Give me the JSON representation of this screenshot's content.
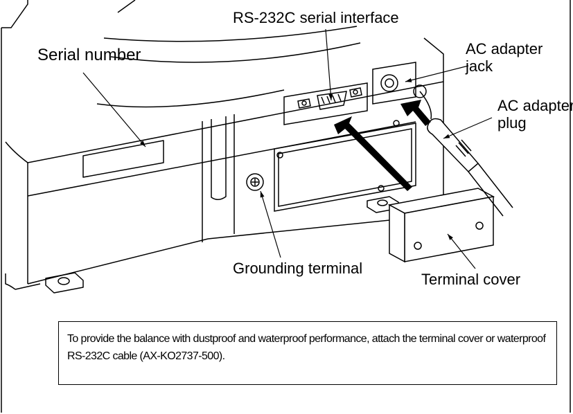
{
  "labels": {
    "rs232c": "RS-232C serial interface",
    "serial_number": "Serial number",
    "ac_adapter_jack": "AC adapter\njack",
    "ac_adapter_plug": "AC adapter\nplug",
    "grounding_terminal": "Grounding terminal",
    "terminal_cover": "Terminal cover"
  },
  "note": {
    "text": "To provide the balance with dustproof and waterproof performance, attach the terminal cover or waterproof RS-232C cable (AX-KO2737-500)."
  }
}
